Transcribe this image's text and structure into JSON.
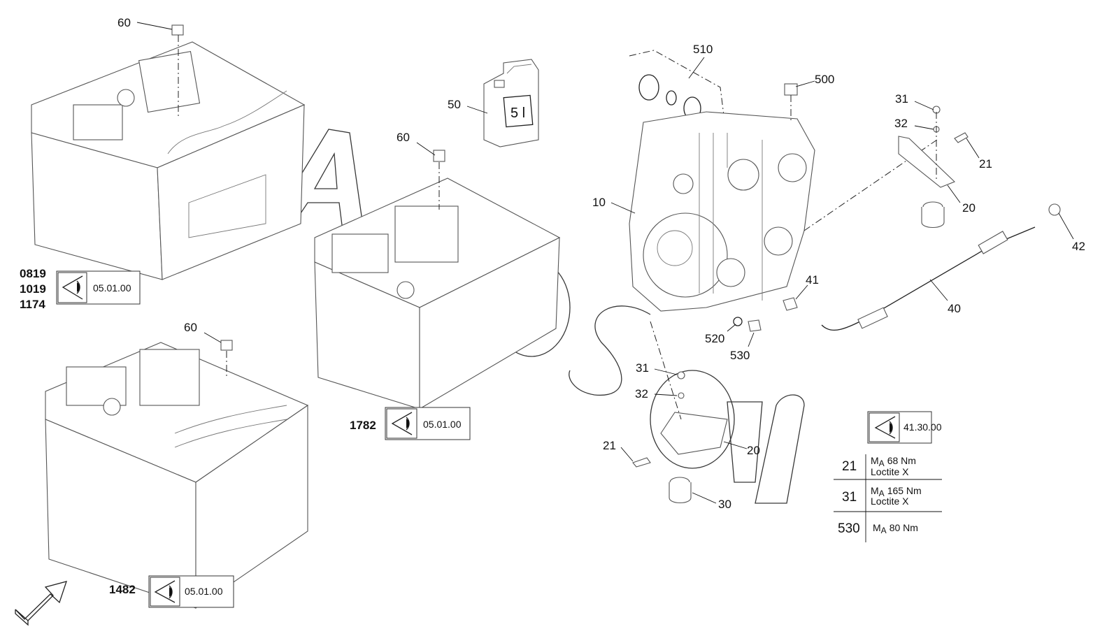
{
  "diagram": {
    "callouts": [
      "60",
      "60",
      "60",
      "50",
      "510",
      "500",
      "31",
      "32",
      "21",
      "20",
      "42",
      "40",
      "41",
      "10",
      "520",
      "530",
      "31",
      "32",
      "21",
      "20",
      "30"
    ],
    "variant_refs": [
      {
        "codes": [
          "0819",
          "1019",
          "1174"
        ],
        "view_ref": "05.01.00"
      },
      {
        "codes": [
          "1782"
        ],
        "view_ref": "05.01.00"
      },
      {
        "codes": [
          "1482"
        ],
        "view_ref": "05.01.00"
      }
    ],
    "detail_ref": "41.30.00",
    "jug_label": "5 l",
    "watermark": "AutoSoft",
    "torque_table": [
      {
        "item": "21",
        "torque_prefix": "M",
        "torque_sub": "A",
        "torque": "68 Nm",
        "note": "Loctite X"
      },
      {
        "item": "31",
        "torque_prefix": "M",
        "torque_sub": "A",
        "torque": "165 Nm",
        "note": "Loctite X"
      },
      {
        "item": "530",
        "torque_prefix": "M",
        "torque_sub": "A",
        "torque": "80 Nm",
        "note": ""
      }
    ],
    "icons": [
      "eye-view-icon",
      "direction-arrow-icon"
    ]
  }
}
